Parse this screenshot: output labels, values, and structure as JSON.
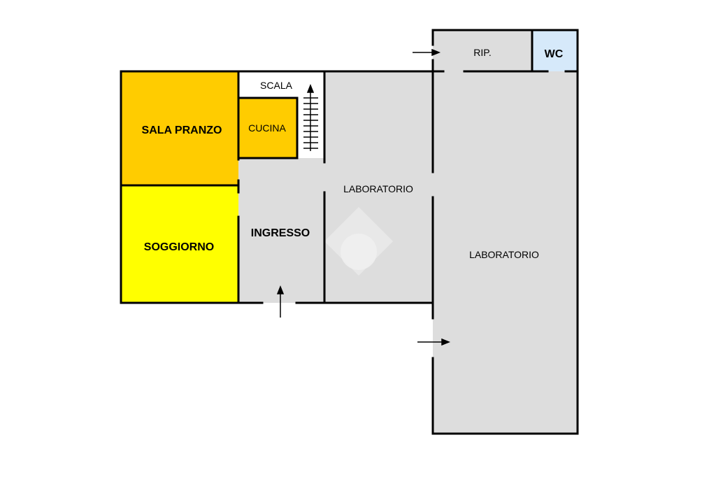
{
  "rooms": {
    "sala_pranzo": {
      "label": "SALA PRANZO",
      "color": "#FFCC00"
    },
    "cucina": {
      "label": "CUCINA",
      "color": "#FFCC00"
    },
    "scala": {
      "label": "SCALA",
      "color": "#FFFFFF"
    },
    "soggiorno": {
      "label": "SOGGIORNO",
      "color": "#FFFF00"
    },
    "ingresso": {
      "label": "INGRESSO",
      "color": "#DDDDDD"
    },
    "laboratorio_1": {
      "label": "LABORATORIO",
      "color": "#DDDDDD"
    },
    "laboratorio_2": {
      "label": "LABORATORIO",
      "color": "#DDDDDD"
    },
    "ripostiglio": {
      "label": "RIP.",
      "color": "#DDDDDD"
    },
    "wc": {
      "label": "WC",
      "color": "#D6E9FA"
    }
  },
  "icons": {
    "entrance_arrows": "arrow-icon",
    "stairs": "stairs-icon",
    "watermark": "house-logo-icon"
  }
}
